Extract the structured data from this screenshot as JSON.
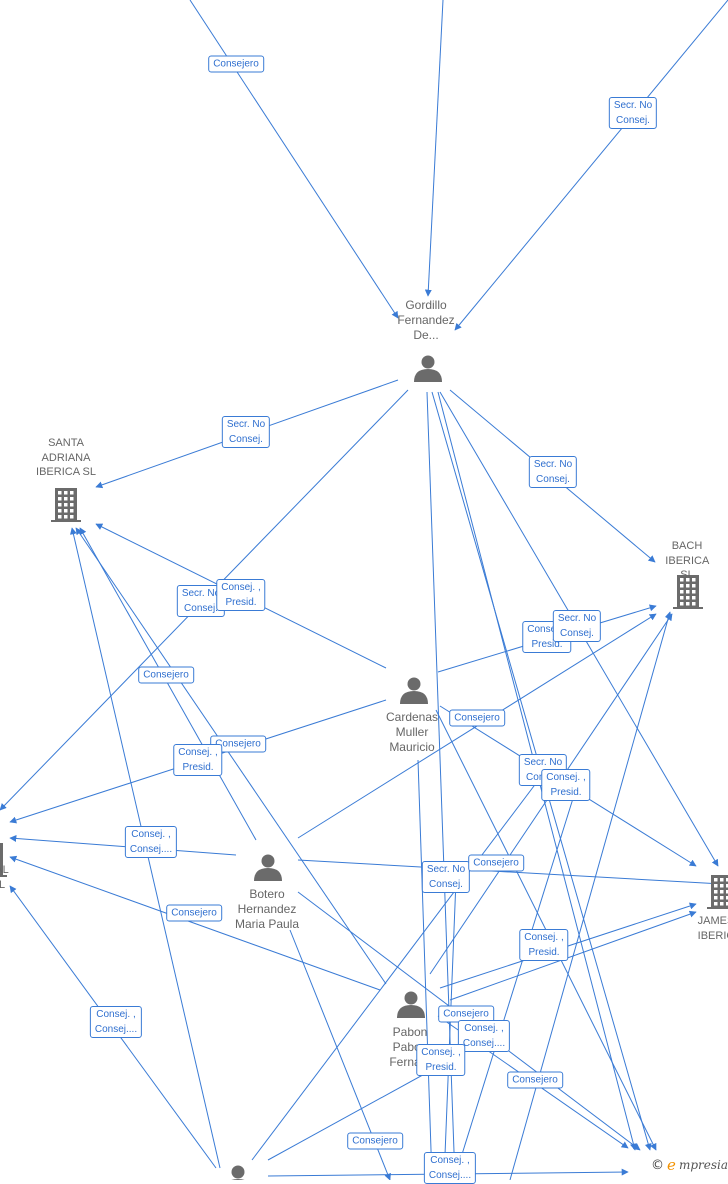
{
  "nodes": [
    {
      "id": "gordillo",
      "kind": "person",
      "label": "Gordillo\nFernandez\nDe..."
    },
    {
      "id": "cardenas",
      "kind": "person",
      "label": "Cardenas\nMuller\nMauricio"
    },
    {
      "id": "botero",
      "kind": "person",
      "label": "Botero\nHernandez\nMaria Paula"
    },
    {
      "id": "pabon",
      "kind": "person",
      "label": "Pabon\nPabon\nFerna..."
    },
    {
      "id": "bottom",
      "kind": "person",
      "label": ""
    },
    {
      "id": "santa",
      "kind": "company",
      "label": "SANTA\nADRIANA\nIBERICA  SL"
    },
    {
      "id": "bach",
      "kind": "company",
      "label": "BACH\nIBERICA  SL"
    },
    {
      "id": "james",
      "kind": "company",
      "label": "JAMES\nIBERIC"
    },
    {
      "id": "left",
      "kind": "company",
      "label": "AL\nL"
    }
  ],
  "edge_labels": [
    "Consejero",
    "Secr.  No\nConsej.",
    "Secr.  No\nConsej.",
    "Secr.  No\nConsej.",
    "Secr.  No\nConsej.",
    "Consej. ,\nPresid.",
    "Consej. ,\nPresid.",
    "Secr.  No\nConsej.",
    "Consejero",
    "Consejero",
    "Consejero",
    "Consej. ,\nPresid.",
    "Secr.  No\nConsej.",
    "Consej. ,\nPresid.",
    "Consej. ,\nConsej....",
    "Secr.  No\nConsej.",
    "Consejero",
    "Consejero",
    "Consej. ,\nPresid.",
    "Consej. ,\nConsej....",
    "Consejero",
    "Consej. ,\nConsej....",
    "Consej. ,\nPresid.",
    "Consejero",
    "Consejero",
    "Consej. ,\nConsej...."
  ],
  "footer": {
    "copyright": "©",
    "brand_initial": "e",
    "brand_rest": "mpresia"
  }
}
